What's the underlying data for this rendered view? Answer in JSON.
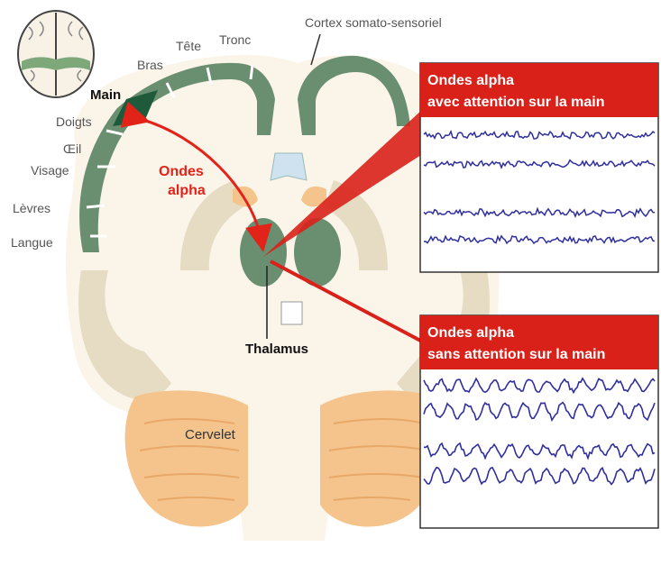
{
  "labels": {
    "cortex": "Cortex somato-sensoriel",
    "tete": "Tête",
    "tronc": "Tronc",
    "bras": "Bras",
    "main": "Main",
    "doigts": "Doigts",
    "oeil": "Œil",
    "visage": "Visage",
    "levres": "Lèvres",
    "langue": "Langue",
    "ondes": "Ondes",
    "alpha": "alpha",
    "thalamus": "Thalamus",
    "cervelet": "Cervelet"
  },
  "panels": {
    "top": {
      "line1": "Ondes alpha",
      "line2": "avec attention sur la main"
    },
    "bottom": {
      "line1": "Ondes alpha",
      "line2": "sans attention sur la main"
    }
  },
  "colors": {
    "cortex_green": "#6a8f70",
    "brain_cream": "#fbf4e8",
    "brain_tan": "#e6dcc4",
    "cerebellum": "#f4c48c",
    "red": "#d9211a",
    "wave_blue": "#2f2f9f",
    "ventricle_blue": "#cfe2ef",
    "highlight_dark": "#1f5a3a"
  }
}
